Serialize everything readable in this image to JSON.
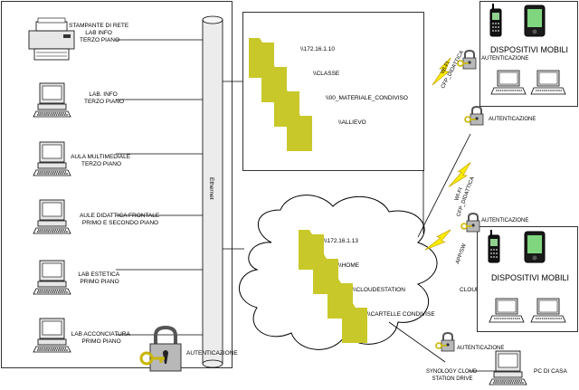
{
  "network_nodes": [
    {
      "line1": "STAMPANTE DI RETE",
      "line2": "LAB INFO",
      "line3": "TERZO PIANO",
      "icon": "printer-icon"
    },
    {
      "line1": "LAB. INFO",
      "line2": "TERZO PIANO",
      "line3": "",
      "icon": "computer-icon"
    },
    {
      "line1": "AULA MULTIMEDIALE",
      "line2": "TERZO PIANO",
      "line3": "",
      "icon": "computer-icon"
    },
    {
      "line1": "AULE DIDATTICA FRONTALE",
      "line2": "PRIMO E SECONDO PIANO",
      "line3": "",
      "icon": "computer-icon"
    },
    {
      "line1": "LAB ESTETICA",
      "line2": "PRIMO PIANO",
      "line3": "",
      "icon": "computer-icon"
    },
    {
      "line1": "LAB ACCONCIATURA",
      "line2": "PRIMO PIANO",
      "line3": "",
      "icon": "computer-icon"
    }
  ],
  "ethernet_label": "Ethernet",
  "lan_auth_label": "AUTENTICAZIONE",
  "server_folders": [
    "\\\\172.16.1.10",
    "\\\\CLASSE",
    "\\\\00_MATERIALE_CONDIVISO",
    "\\\\ALLIEVO"
  ],
  "cloud_label": "CLOUD",
  "cloud_folders": [
    "\\\\172.16.1.13",
    "\\\\HOME",
    "\\\\CLOUDESTATION",
    "\\\\CARTELLE CONDIVISE"
  ],
  "mobile_top": {
    "title": "DISPOSITIVI MOBILI",
    "auth_label": "AUTENTICAZIONE",
    "link_label_1": "WI-FI",
    "link_label_2": "CFP_DIDATTICA"
  },
  "middle_link": {
    "auth_label": "AUTENTICAZIONE",
    "link_label_1": "WI-FI",
    "link_label_2": "CFP_DIDATTICA"
  },
  "mobile_bottom": {
    "title": "DISPOSITIVI MOBILI",
    "auth_label": "AUTENTICAZIONE",
    "link_label": "APP/SW"
  },
  "home_pc": {
    "auth_label": "AUTENTICAZIONE",
    "sync_label_1": "SYNOLOGY CLOUD",
    "sync_label_2": "STATION DRIVE",
    "label": "PC DI CASA"
  },
  "colors": {
    "folder_fill": "#c8c82a",
    "bolt_fill": "#ffee00",
    "bolt_stroke": "#c8a800",
    "lock_body": "#b8b8b8",
    "key_fill": "#e8d400",
    "pipe_fill": "#ececec",
    "outline": "#000000"
  }
}
